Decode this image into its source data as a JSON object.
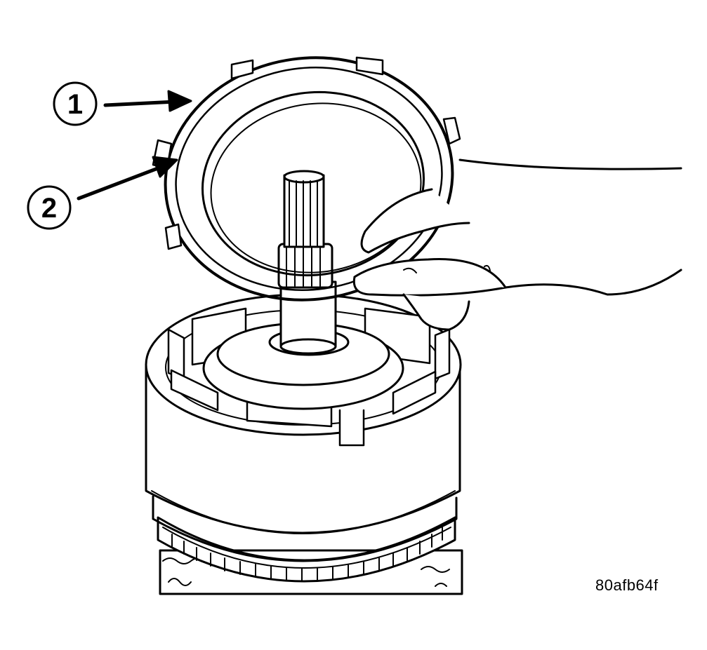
{
  "figure": {
    "figure_id": "80afb64f",
    "callouts": [
      {
        "number": "1",
        "target": "outer-ring"
      },
      {
        "number": "2",
        "target": "inner-snap-ring"
      }
    ],
    "colors": {
      "ink": "#000000",
      "paper": "#ffffff"
    }
  }
}
